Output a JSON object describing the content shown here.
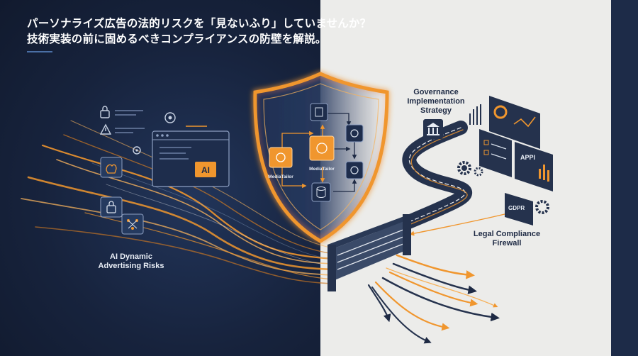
{
  "headline": {
    "line1": "パーソナライズ広告の法的リスクを「見ないふり」していませんか？",
    "line2": "技術実装の前に固めるべきコンプライアンスの防壁を解説。"
  },
  "labels": {
    "risks": [
      "AI Dynamic",
      "Advertising Risks"
    ],
    "governance": [
      "Governance",
      "Implementation",
      "Strategy"
    ],
    "firewall": [
      "Legal Compliance",
      "Firewall"
    ]
  },
  "shield": {
    "node_left": "MediaTailor",
    "node_center": "MediaTailor"
  },
  "panels": {
    "ai": "AI",
    "appi": "APPI",
    "gdpr": "GDPR"
  },
  "colors": {
    "navy": "#17233d",
    "orange": "#f0962e",
    "light": "#ececea"
  }
}
